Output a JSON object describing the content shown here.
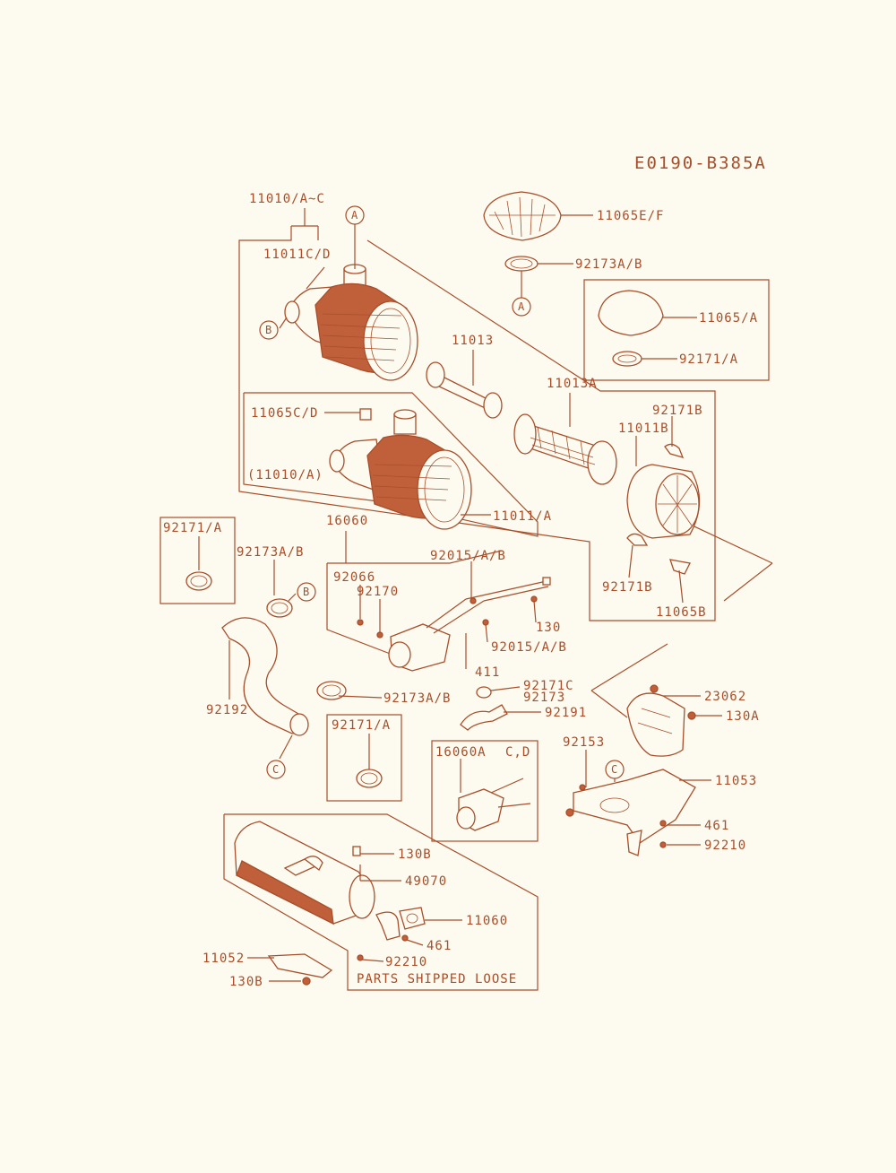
{
  "diagram": {
    "code": "E0190-B385A",
    "note": "PARTS SHIPPED LOOSE",
    "labels": {
      "p11010AC": "11010/A~C",
      "p11011CD": "11011C/D",
      "p11013": "11013",
      "p11013A": "11013A",
      "p11065EF": "11065E/F",
      "p92173AB_top": "92173A/B",
      "p11065A": "11065/A",
      "p92171A_top": "92171/A",
      "p92171B_top": "92171B",
      "p11011B": "11011B",
      "p11065CD": "11065C/D",
      "p11010A": "(11010/A)",
      "p11011A": "11011/A",
      "p92171B_bot": "92171B",
      "p11065B": "11065B",
      "p92171A_box1": "92171/A",
      "p16060": "16060",
      "p92173AB_mid": "92173A/B",
      "p92015AB_top": "92015/A/B",
      "p92066": "92066",
      "p92170": "92170",
      "p130": "130",
      "p92015AB_bot": "92015/A/B",
      "p411": "411",
      "p92173AB_low": "92173A/B",
      "p92171C": "92171C",
      "p92173": "92173",
      "p92191": "92191",
      "p92192": "92192",
      "p92171A_box2": "92171/A",
      "p16060A": "16060A",
      "pCD": "C,D",
      "p23062": "23062",
      "p130A": "130A",
      "p92153": "92153",
      "p11053": "11053",
      "p461_right": "461",
      "p92210_right": "92210",
      "p130B_top": "130B",
      "p49070": "49070",
      "p11060": "11060",
      "p461_bot": "461",
      "p92210_bot": "92210",
      "p11052": "11052",
      "p130B_bot": "130B"
    },
    "refs": {
      "a1": "A",
      "a2": "A",
      "b1": "B",
      "b2": "B",
      "c1": "C",
      "c2": "C"
    }
  }
}
